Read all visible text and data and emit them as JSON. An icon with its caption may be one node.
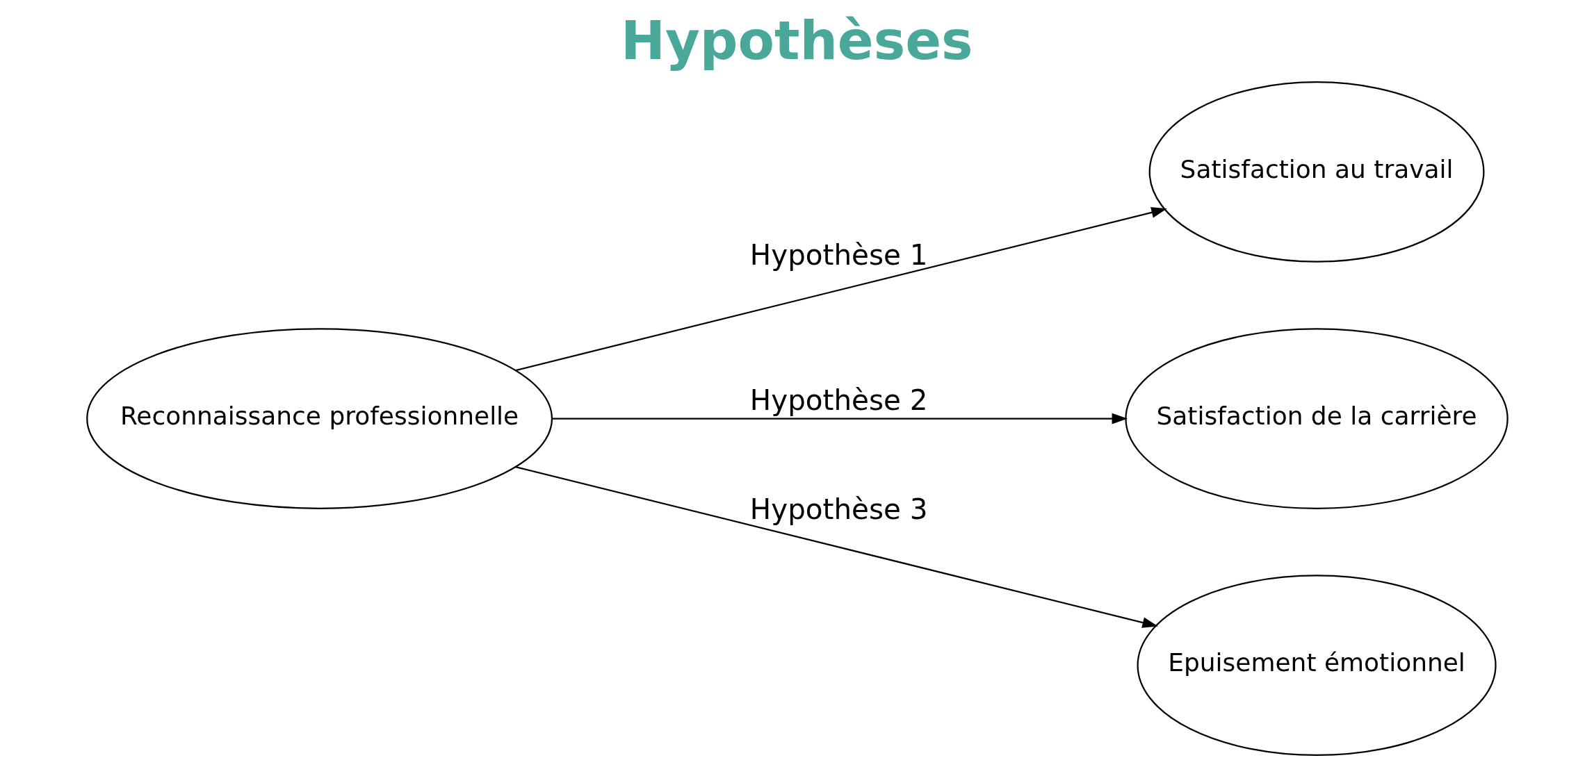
{
  "diagram": {
    "title": "Hypothèses",
    "nodes": [
      {
        "text": [
          "Reconnaissance professionnelle"
        ]
      },
      {
        "text": [
          "Satisfaction au travail"
        ]
      },
      {
        "text": [
          "Satisfaction de la carrière"
        ]
      },
      {
        "text": [
          "Epuisement émotionnel"
        ]
      }
    ],
    "edges": [
      {
        "from": 0,
        "to": 1,
        "arrow": "to",
        "label": "Hypothèse 1"
      },
      {
        "from": 0,
        "to": 2,
        "arrow": "to",
        "label": "Hypothèse 2"
      },
      {
        "from": 0,
        "to": 3,
        "arrow": "to",
        "label": "Hypothèse 3"
      }
    ]
  }
}
